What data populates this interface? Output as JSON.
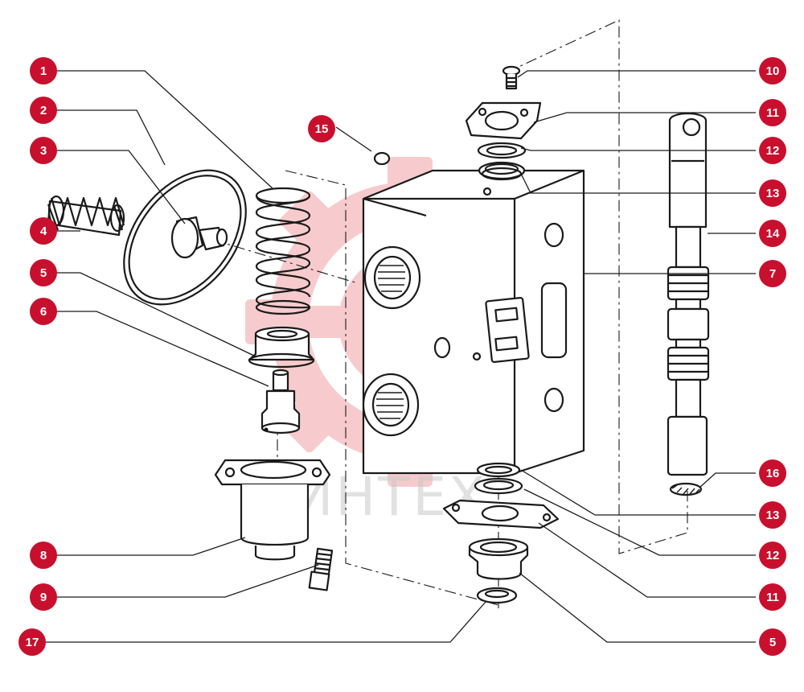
{
  "watermark": {
    "text": "ИНТЕХ",
    "color": "#f5b5b5"
  },
  "colors": {
    "callout": "#c8102e",
    "callout_text": "#ffffff",
    "line": "#1a1a1a"
  },
  "callouts": [
    {
      "label": "1"
    },
    {
      "label": "2"
    },
    {
      "label": "3"
    },
    {
      "label": "4"
    },
    {
      "label": "5"
    },
    {
      "label": "6"
    },
    {
      "label": "8"
    },
    {
      "label": "9"
    },
    {
      "label": "17"
    },
    {
      "label": "15"
    },
    {
      "label": "10"
    },
    {
      "label": "11"
    },
    {
      "label": "12"
    },
    {
      "label": "13"
    },
    {
      "label": "14"
    },
    {
      "label": "7"
    },
    {
      "label": "16"
    },
    {
      "label": "13"
    },
    {
      "label": "12"
    },
    {
      "label": "11"
    },
    {
      "label": "5"
    }
  ]
}
